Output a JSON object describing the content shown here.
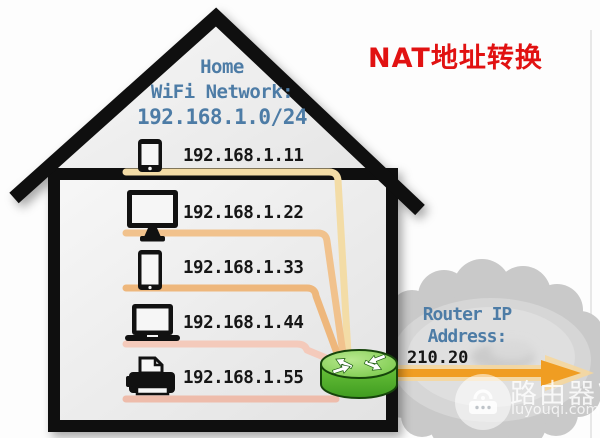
{
  "diagram_title": {
    "text": "NAT地址转换",
    "color": "#e11212"
  },
  "house": {
    "header": {
      "line1": "Home",
      "line2": "WiFi Network:",
      "line3": "192.168.1.0/24",
      "color": "#4d7ca6"
    },
    "devices": [
      {
        "icon": "smartphone-icon",
        "ip": "192.168.1.11",
        "line_color": "#f3dca6"
      },
      {
        "icon": "desktop-monitor-icon",
        "ip": "192.168.1.22",
        "line_color": "#f1c28d"
      },
      {
        "icon": "tablet-icon",
        "ip": "192.168.1.33",
        "line_color": "#eeb77c"
      },
      {
        "icon": "laptop-icon",
        "ip": "192.168.1.44",
        "line_color": "#f4cabb"
      },
      {
        "icon": "printer-icon",
        "ip": "192.168.1.55",
        "line_color": "#eebcab"
      }
    ],
    "outline_color": "#0f0f0f",
    "fill_color": "#ededed"
  },
  "router": {
    "icon": "router-icon",
    "top_color": "#8ed75c",
    "body_color": "#55b52c"
  },
  "cloud": {
    "label_line1": "Router IP",
    "label_line2": "Address:",
    "public_ip_visible": "210.20",
    "label_color": "#4d7ca6",
    "fill_color": "#c9c9c9"
  },
  "nat_arrow": {
    "color": "#f09d22",
    "glow_color": "#f7d79b"
  },
  "watermark": {
    "brand": "路由器",
    "domain": "luyouqi.com",
    "icon": "router-logo-icon"
  }
}
